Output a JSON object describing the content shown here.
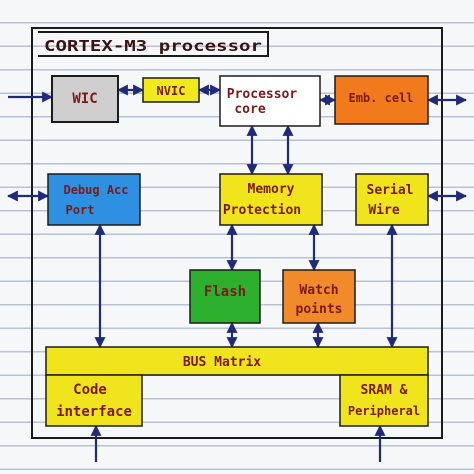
{
  "title": "CORTEX-M3 processor",
  "blocks": {
    "wic": "WIC",
    "nvic": "NVIC",
    "processor_core": [
      "Processor",
      "core"
    ],
    "emb_cell": "Emb. cell",
    "debug_acc_port": [
      "Debug Acc",
      "Port"
    ],
    "memory_protection": [
      "Memory",
      "Protection"
    ],
    "serial_wire": [
      "Serial",
      "Wire"
    ],
    "flash": "Flash",
    "watch_points": [
      "Watch",
      "points"
    ],
    "bus_matrix": "BUS Matrix",
    "code_interface": [
      "Code",
      "interface"
    ],
    "sram_peripheral": [
      "SRAM &",
      "Peripheral"
    ]
  },
  "colors": {
    "wic": "#cfcfcf",
    "nvic": "#f0ea1c",
    "processor_core": "#ffffff",
    "emb_cell": "#f07a1c",
    "debug_acc_port": "#2f8fe0",
    "memory_protection": "#f0e41c",
    "serial_wire": "#f0e41c",
    "flash": "#2db02d",
    "watch_points": "#f08a2a",
    "bus_matrix": "#f0e41c",
    "code_interface": "#f0e41c",
    "sram_peripheral": "#f0e41c",
    "arrow": "#1f2a78",
    "text": "#7a1a1a"
  }
}
